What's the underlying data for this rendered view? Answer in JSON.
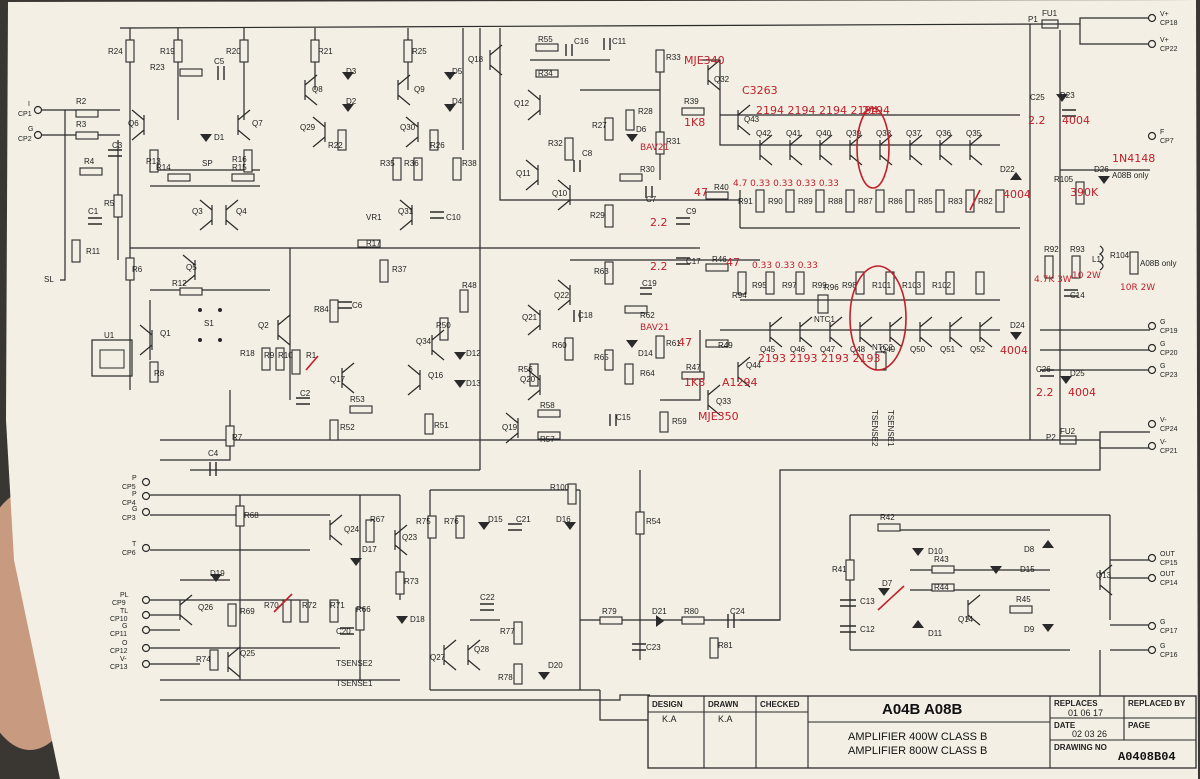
{
  "title_block": {
    "design_header": "DESIGN",
    "design_value": "K.A",
    "drawn_header": "DRAWN",
    "drawn_value": "K.A",
    "checked_header": "CHECKED",
    "title": "A04B A08B",
    "description_1": "AMPLIFIER 400W CLASS B",
    "description_2": "AMPLIFIER 800W CLASS B",
    "replaces_header": "REPLACES",
    "replaces_value": "01 06 17",
    "replaced_by_header": "REPLACED BY",
    "date_header": "DATE",
    "date_value": "02 03 26",
    "page_header": "PAGE",
    "drawing_no_header": "DRAWING NO",
    "drawing_no_value": "A0408B04"
  },
  "connectors_left": [
    {
      "name": "I",
      "id": "CP1"
    },
    {
      "name": "G",
      "id": "CP2"
    },
    {
      "name": "P",
      "id": "CP5"
    },
    {
      "name": "P",
      "id": "CP4"
    },
    {
      "name": "G",
      "id": "CP3"
    },
    {
      "name": "T",
      "id": "CP6"
    },
    {
      "name": "PL",
      "id": "CP9"
    },
    {
      "name": "TL",
      "id": "CP10"
    },
    {
      "name": "G",
      "id": "CP11"
    },
    {
      "name": "O",
      "id": "CP12"
    },
    {
      "name": "V-",
      "id": "CP13"
    }
  ],
  "connectors_right": [
    {
      "name": "V+",
      "id": "CP18"
    },
    {
      "name": "V+",
      "id": "CP22"
    },
    {
      "name": "F",
      "id": "CP7"
    },
    {
      "name": "G",
      "id": "CP19"
    },
    {
      "name": "G",
      "id": "CP20"
    },
    {
      "name": "G",
      "id": "CP23"
    },
    {
      "name": "V-",
      "id": "CP24"
    },
    {
      "name": "V-",
      "id": "CP21"
    },
    {
      "name": "OUT",
      "id": "CP15"
    },
    {
      "name": "OUT",
      "id": "CP14"
    },
    {
      "name": "G",
      "id": "CP17"
    },
    {
      "name": "G",
      "id": "CP16"
    }
  ],
  "top_resistor_bank": [
    "R91",
    "R90",
    "R89",
    "R88",
    "R87",
    "R86",
    "R85",
    "R83",
    "R82"
  ],
  "top_transistor_bank": [
    "Q42",
    "Q41",
    "Q40",
    "Q39",
    "Q38",
    "Q37",
    "Q36",
    "Q35"
  ],
  "bottom_resistor_bank": [
    "R95",
    "R97",
    "R99",
    "R98",
    "R101",
    "R103",
    "R102"
  ],
  "bottom_transistor_bank": [
    "Q45",
    "Q46",
    "Q47",
    "Q48",
    "Q49",
    "Q50",
    "Q51",
    "Q52"
  ],
  "component_labels": {
    "R24": "R24",
    "R19": "R19",
    "R20": "R20",
    "R21": "R21",
    "R25": "R25",
    "R23": "R23",
    "C5": "C5",
    "R2": "R2",
    "R3": "R3",
    "C3": "C3",
    "R4": "R4",
    "R5": "R5",
    "C1": "C1",
    "R11": "R11",
    "R6": "R6",
    "R13": "R13",
    "R14": "R14",
    "R15": "R15",
    "R16": "R16",
    "R12": "R12",
    "Q1": "Q1",
    "Q2": "Q2",
    "Q3": "Q3",
    "Q4": "Q4",
    "Q5": "Q5",
    "Q6": "Q6",
    "Q7": "Q7",
    "Q8": "Q8",
    "Q9": "Q9",
    "Q29": "Q29",
    "Q30": "Q30",
    "Q31": "Q31",
    "Q17": "Q17",
    "Q16": "Q16",
    "Q34": "Q34",
    "D1": "D1",
    "D2": "D2",
    "D3": "D3",
    "D4": "D4",
    "D5": "D5",
    "D12": "D12",
    "D13": "D13",
    "S1": "S1",
    "U1": "U1",
    "R8": "R8",
    "R18": "R18",
    "R9": "R9",
    "R10": "R10",
    "R1": "R1",
    "C2": "C2",
    "R7": "R7",
    "C4": "C4",
    "R22": "R22",
    "R26": "R26",
    "R35": "R35",
    "R36": "R36",
    "R38": "R38",
    "VR1": "VR1",
    "C10": "C10",
    "R17": "R17",
    "R37": "R37",
    "R84": "R84",
    "C6": "C6",
    "R48": "R48",
    "R50": "R50",
    "R53": "R53",
    "R52": "R52",
    "R51": "R51",
    "Q18": "Q18",
    "R55": "R55",
    "R34": "R34",
    "C16": "C16",
    "C11": "C11",
    "R33": "R33",
    "Q32": "Q32",
    "Q12": "Q12",
    "R28": "R28",
    "R39": "R39",
    "Q43": "Q43",
    "R27": "R27",
    "D6": "D6",
    "R31": "R31",
    "R32": "R32",
    "C8": "C8",
    "Q11": "Q11",
    "R30": "R30",
    "C7": "C7",
    "Q10": "Q10",
    "R40": "R40",
    "R29": "R29",
    "C9": "C9",
    "C17": "C17",
    "R46": "R46",
    "R63": "R63",
    "R94": "R94",
    "C19": "C19",
    "Q22": "Q22",
    "R62": "R62",
    "Q21": "Q21",
    "C18": "C18",
    "D14": "D14",
    "R61": "R61",
    "R60": "R60",
    "R65": "R65",
    "R64": "R64",
    "R47": "R47",
    "R49": "R49",
    "Q44": "Q44",
    "R56": "R56",
    "Q20": "Q20",
    "Q33": "Q33",
    "R58": "R58",
    "C15": "C15",
    "R59": "R59",
    "Q19": "Q19",
    "R57": "R57",
    "NTC1": "NTC1",
    "NTC2": "NTC2",
    "R96": "R96",
    "TSENSE1": "TSENSE1",
    "TSENSE2": "TSENSE2",
    "P1": "P1",
    "FU1": "FU1",
    "P2": "P2",
    "FU2": "FU2",
    "C25": "C25",
    "D23": "D23",
    "D22": "D22",
    "R105": "R105",
    "D26": "D26",
    "A08B_only_1": "A08B only",
    "R92": "R92",
    "R93": "R93",
    "L1": "L1",
    "R104": "R104",
    "A08B_only_2": "A08B only",
    "C14": "C14",
    "D24": "D24",
    "C26": "C26",
    "D25": "D25",
    "R68": "R68",
    "Q24": "Q24",
    "R67": "R67",
    "D17": "D17",
    "Q23": "Q23",
    "R75": "R75",
    "R76": "R76",
    "D15": "D15",
    "C21": "C21",
    "D16": "D16",
    "R100": "R100",
    "R54": "R54",
    "D19": "D19",
    "Q26": "Q26",
    "R69": "R69",
    "R70": "R70",
    "R72": "R72",
    "R71": "R71",
    "R66": "R66",
    "C20": "C20",
    "R73": "R73",
    "D18": "D18",
    "C22": "C22",
    "R77": "R77",
    "R79": "R79",
    "D21": "D21",
    "R80": "R80",
    "C24": "C24",
    "C23": "C23",
    "R81": "R81",
    "R74": "R74",
    "Q25": "Q25",
    "Q27": "Q27",
    "Q28": "Q28",
    "R78": "R78",
    "D20": "D20",
    "R42": "R42",
    "D10": "D10",
    "D8": "D8",
    "R41": "R41",
    "R43": "R43",
    "D15b": "D15",
    "D7": "D7",
    "C13": "C13",
    "R44": "R44",
    "Q14": "Q14",
    "R45": "R45",
    "Q13": "Q13",
    "C12": "C12",
    "D11": "D11",
    "D9": "D9",
    "TSENSE2b": "TSENSE2",
    "TSENSE1b": "TSENSE1",
    "SP": "SP",
    "SL": "SL"
  },
  "handwritten": {
    "mje340": "MJE340",
    "c3263": "C3263",
    "r39_val": "1K8",
    "d6_val": "BAV21",
    "row_top": "2194 2194 2194 2194",
    "r40_val": "47",
    "top_vals": "4.7 0.33 0.33 0.33 0.33",
    "q39_val": "2194",
    "c25_val": "2.2",
    "d23_val": "4004",
    "d26_val": "1N4148",
    "d22_val": "4004",
    "r105_val": "390K",
    "c9_val": "2.2",
    "c17_val": "2.2",
    "r46_val": "47",
    "bot_vals": "0.33 0.33 0.33",
    "r92_val": "4.7K 3W",
    "r93_val": "10 2W",
    "r104_val": "10R 2W",
    "d14_val": "BAV21",
    "r49_val": "47",
    "r47_val": "1K8",
    "q44_val": "A1294",
    "q33_val": "MJE350",
    "row_bot": "2193 2193 2193 2193",
    "d24_val": "4004",
    "c26_val": "2.2",
    "d25_val": "4004"
  },
  "colors": {
    "paper": "#f3efe4",
    "ink": "#2a2a2a",
    "pen": "#c0202a",
    "background": "#3a3632"
  }
}
